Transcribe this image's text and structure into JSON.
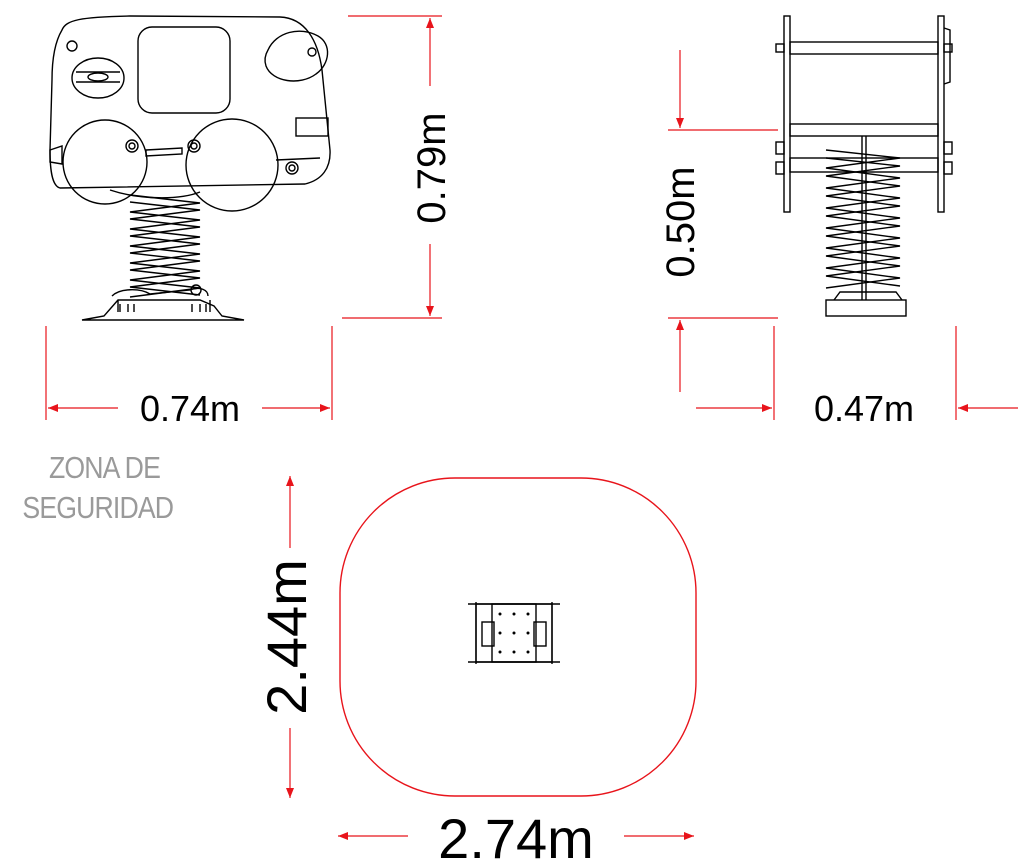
{
  "dimensions": {
    "front_width": "0.74m",
    "front_height": "0.79m",
    "side_width": "0.47m",
    "seat_height": "0.50m",
    "zone_length": "2.74m",
    "zone_width": "2.44m"
  },
  "zone_label": {
    "line1": "ZONA DE",
    "line2": "SEGURIDAD"
  },
  "colors": {
    "dimension_red": "#e8141b",
    "outline": "#000000",
    "label_gray": "#9a9a9a"
  }
}
